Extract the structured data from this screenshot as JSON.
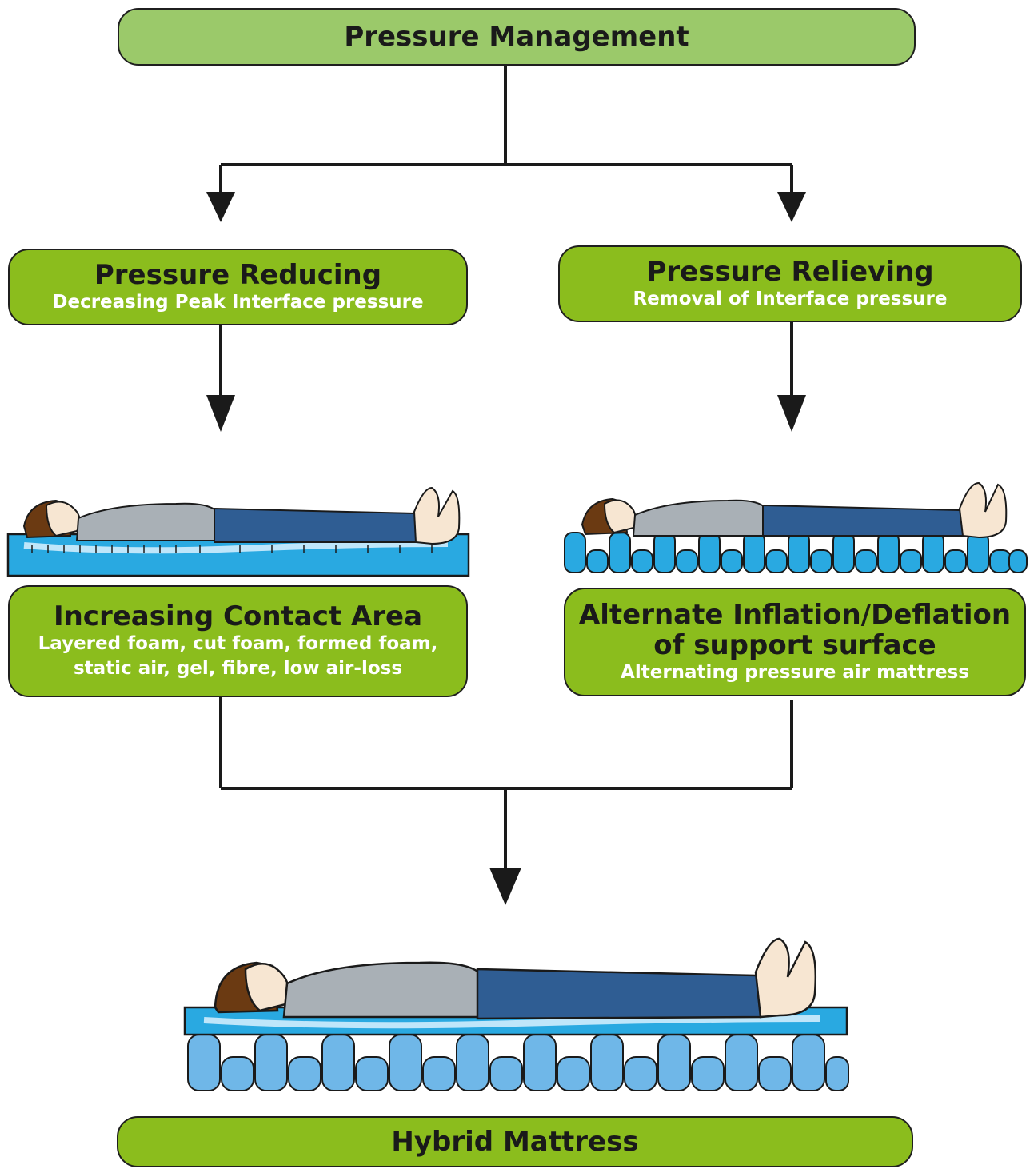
{
  "nodes": {
    "management": {
      "title": "Pressure Management"
    },
    "reducing": {
      "title": "Pressure Reducing",
      "subtitle": "Decreasing Peak Interface pressure"
    },
    "relieving": {
      "title": "Pressure Relieving",
      "subtitle": "Removal of Interface pressure"
    },
    "contact": {
      "title": "Increasing Contact Area",
      "line1": "Layered foam, cut foam, formed foam,",
      "line2": "static air, gel, fibre, low air-loss"
    },
    "alternate": {
      "title1": "Alternate Inflation/Deflation",
      "title2": "of support surface",
      "subtitle": "Alternating pressure air mattress"
    },
    "hybrid": {
      "title": "Hybrid Mattress"
    }
  },
  "edges": [
    {
      "from": "Pressure Management",
      "to": "Pressure Reducing"
    },
    {
      "from": "Pressure Management",
      "to": "Pressure Relieving"
    },
    {
      "from": "Pressure Reducing",
      "to": "Increasing Contact Area"
    },
    {
      "from": "Pressure Relieving",
      "to": "Alternate Inflation/Deflation of support surface"
    },
    {
      "from": "Increasing Contact Area",
      "to": "Hybrid Mattress"
    },
    {
      "from": "Alternate Inflation/Deflation of support surface",
      "to": "Hybrid Mattress"
    }
  ],
  "illustrations": [
    {
      "name": "person-on-foam-mattress"
    },
    {
      "name": "person-on-alternating-air-mattress"
    },
    {
      "name": "person-on-hybrid-mattress"
    }
  ],
  "colors": {
    "box_light": "#9bc96a",
    "box_dark": "#8bbd1d",
    "foam": "#29a9e1",
    "air_cell": "#6fb7e8",
    "blanket": "#2f5d93",
    "shirt": "#a9b0b6",
    "hair": "#6b3a12",
    "skin": "#f7e6d2"
  }
}
